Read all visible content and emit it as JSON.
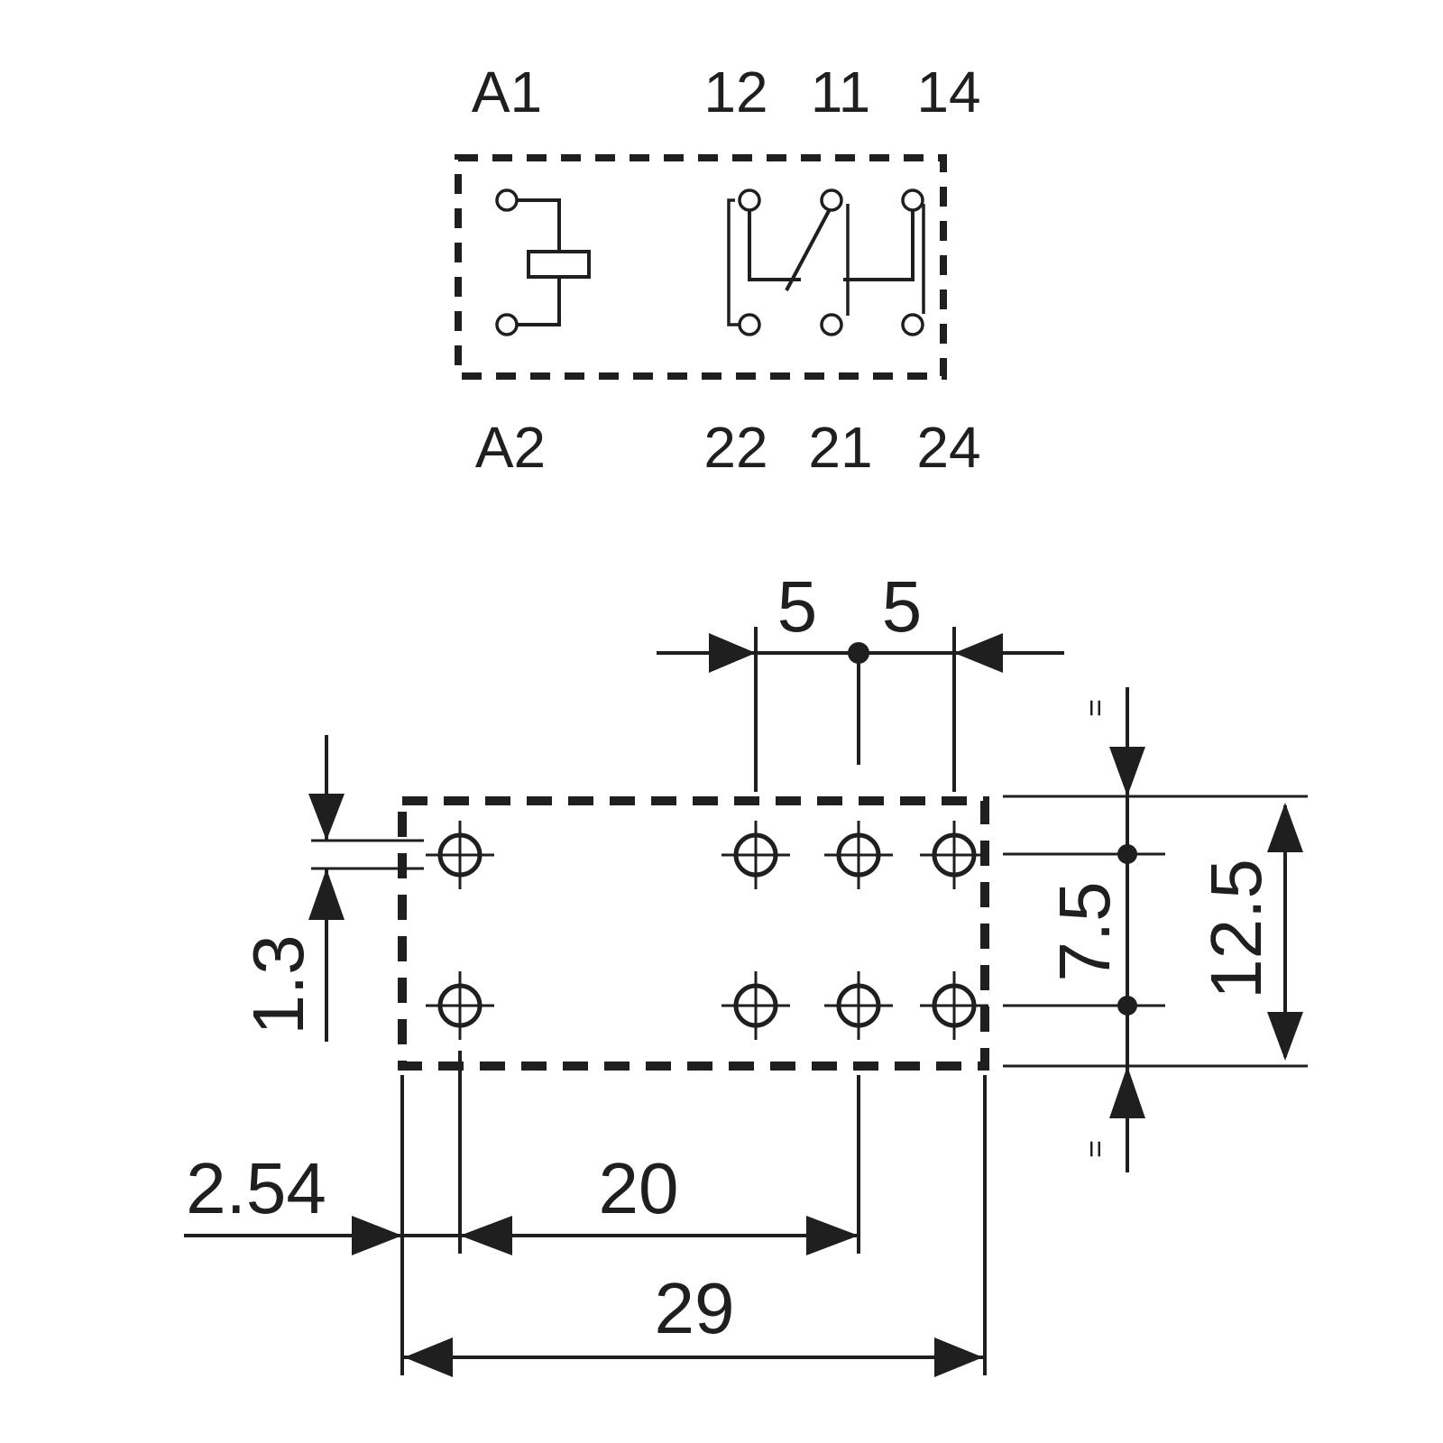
{
  "schematic": {
    "coil_top": "A1",
    "coil_bottom": "A2",
    "top_pins": [
      "12",
      "11",
      "14"
    ],
    "bottom_pins": [
      "22",
      "21",
      "24"
    ]
  },
  "footprint": {
    "pitch_left": "5",
    "pitch_right": "5",
    "row_pitch": "7.5",
    "body_height": "12.5",
    "edge_offset": "1.3",
    "edge_to_pin": "2.54",
    "pin_span": "20",
    "body_width": "29",
    "equal_top": "=",
    "equal_bottom": "="
  },
  "colors": {
    "ink": "#1f1f1f",
    "background": "#ffffff"
  }
}
